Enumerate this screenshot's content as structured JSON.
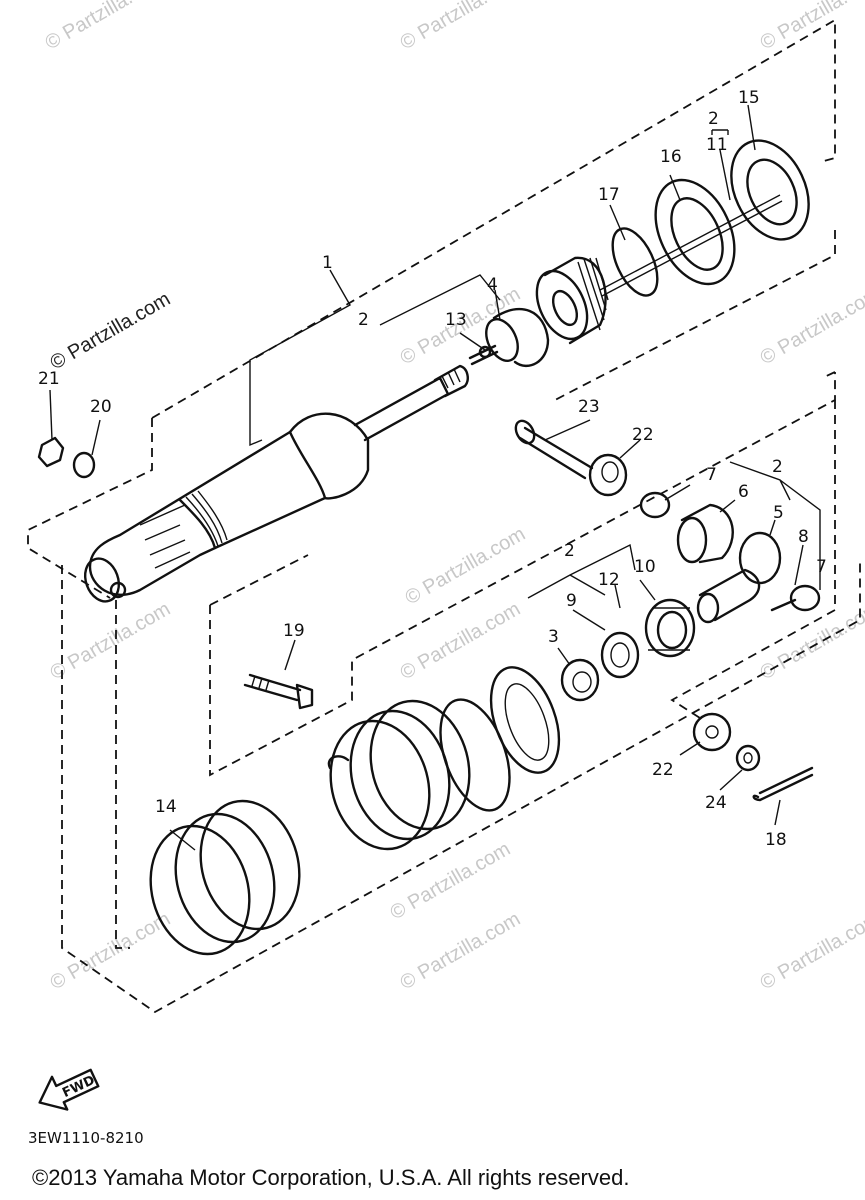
{
  "diagram": {
    "callouts": [
      "1",
      "2",
      "2",
      "2",
      "2",
      "2",
      "3",
      "4",
      "5",
      "6",
      "7",
      "7",
      "8",
      "9",
      "10",
      "11",
      "12",
      "13",
      "14",
      "15",
      "16",
      "17",
      "18",
      "19",
      "20",
      "21",
      "22",
      "22",
      "23",
      "24"
    ],
    "watermark": "© Partzilla.com",
    "watermark_overlay": "© Partzilla.com",
    "fwd_label": "FWD",
    "drawing_code": "3EW1110-8210",
    "copyright": "©2013  Yamaha Motor Corporation, U.S.A. All rights reserved."
  }
}
